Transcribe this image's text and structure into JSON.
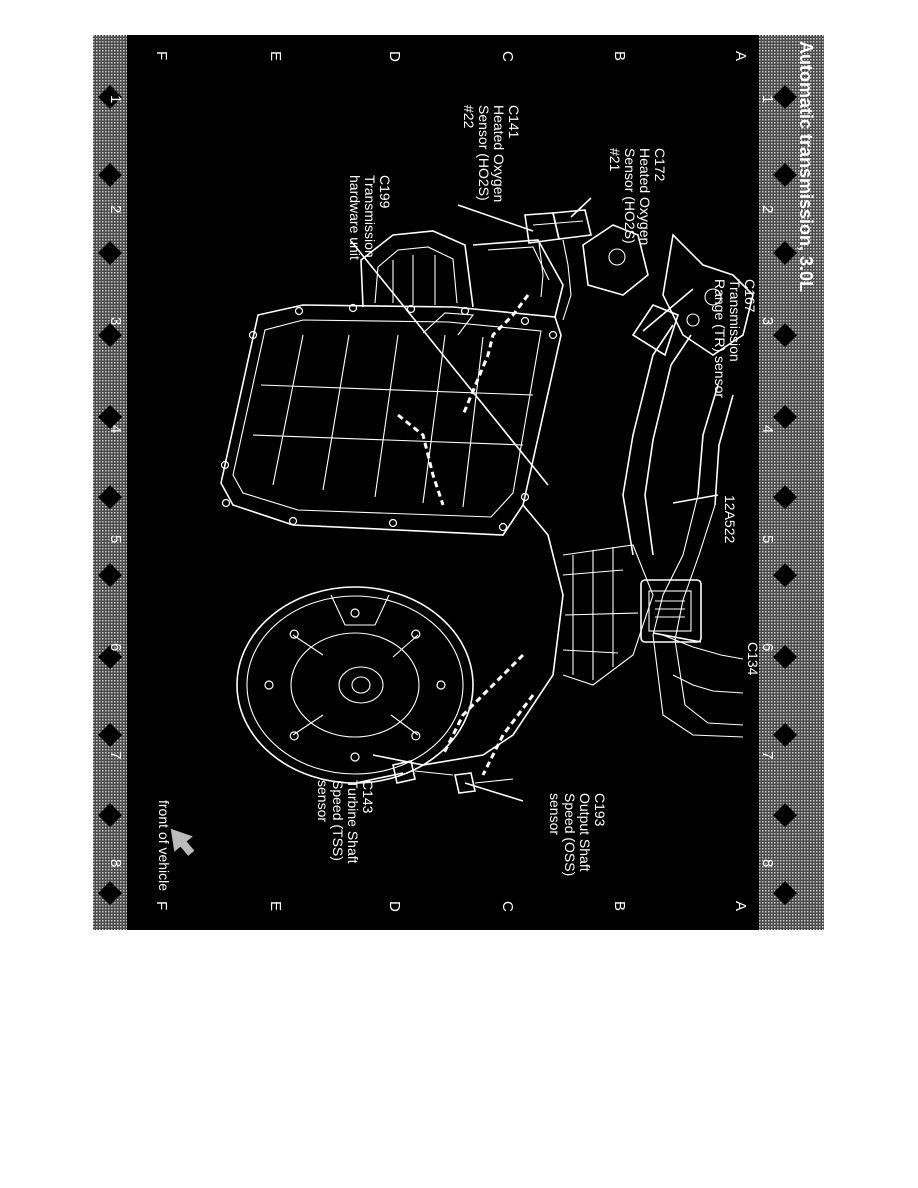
{
  "title": "Automatic transmission, 3.0L",
  "grid": {
    "rows": [
      "A",
      "B",
      "C",
      "D",
      "E",
      "F"
    ],
    "columns": [
      "1",
      "2",
      "3",
      "4",
      "5",
      "6",
      "7",
      "8"
    ]
  },
  "callouts": {
    "c172": [
      "C172",
      "Heated Oxygen",
      "Sensor (HO2S)",
      "#21"
    ],
    "c141": [
      "C141",
      "Heated Oxygen",
      "Sensor (HO2S)",
      "#22"
    ],
    "c199": [
      "C199",
      "Transmission",
      "hardware unit"
    ],
    "c167": [
      "C167",
      "Transmission",
      "Range (TR) sensor"
    ],
    "p12a522": [
      "12A522"
    ],
    "c134": [
      "C134"
    ],
    "c193": [
      "C193",
      "Output Shaft",
      "Speed (OSS)",
      "sensor"
    ],
    "c143": [
      "C143",
      "Turbine Shaft",
      "Speed (TSS)",
      "sensor"
    ],
    "front": [
      "front of vehicle"
    ]
  },
  "colors": {
    "background": "#000000",
    "border": "#9a9a9a",
    "ink": "#ffffff"
  }
}
